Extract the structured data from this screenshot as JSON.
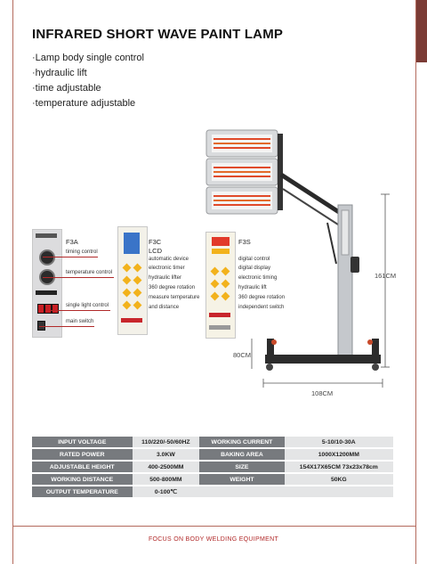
{
  "title": "INFRARED SHORT WAVE PAINT LAMP",
  "features": [
    "·Lamp body single control",
    "·hydraulic lift",
    "·time adjustable",
    "·temperature adjustable"
  ],
  "models": {
    "f3a": {
      "name": "F3A",
      "labels": [
        "timing control",
        "temperature control",
        "single light control",
        "main switch"
      ]
    },
    "f3c": {
      "name": "F3C",
      "subtitle": "LCD",
      "features": [
        "automatic device",
        "electronic timer",
        "hydraulic lifter",
        "360 degree rotation",
        "measure temperature",
        "and distance"
      ]
    },
    "f3s": {
      "name": "F3S",
      "features": [
        "digital control",
        "digital display",
        "electronic timing",
        "hydraulic lift",
        "360 degree rotation",
        "independent switch"
      ]
    }
  },
  "dimensions": {
    "height": "161CM",
    "base_height": "80CM",
    "width": "108CM"
  },
  "specs": [
    {
      "k1": "INPUT VOLTAGE",
      "v1": "110/220/-50/60HZ",
      "k2": "WORKING CURRENT",
      "v2": "5-10/10-30A"
    },
    {
      "k1": "RATED POWER",
      "v1": "3.0KW",
      "k2": "BAKING AREA",
      "v2": "1000X1200MM"
    },
    {
      "k1": "ADJUSTABLE HEIGHT",
      "v1": "400-2500MM",
      "k2": "SIZE",
      "v2": "154X17X65CM 73x23x78cm"
    },
    {
      "k1": "WORKING DISTANCE",
      "v1": "500-800MM",
      "k2": "WEIGHT",
      "v2": "50KG"
    },
    {
      "k1": "OUTPUT TEMPERATURE",
      "v1": "0-100℃",
      "k2": "",
      "v2": ""
    }
  ],
  "footer": "FOCUS ON BODY WELDING EQUIPMENT",
  "colors": {
    "accent": "#b12a2a",
    "frame": "#b46a5d",
    "table_header": "#777a7e",
    "table_cell": "#e4e5e6"
  }
}
